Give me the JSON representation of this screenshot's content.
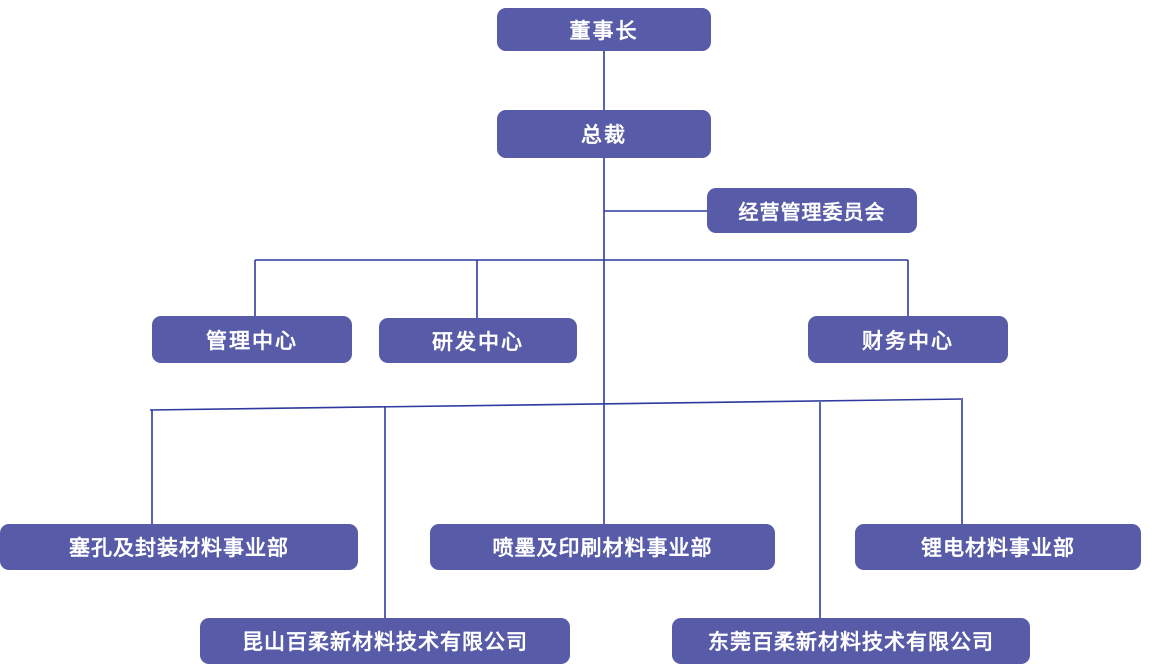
{
  "colors": {
    "box_fill": "#575ba8",
    "box_text": "#ffffff",
    "line_color": "#2e3a9e",
    "page_bg": "#ffffff"
  },
  "org_chart": {
    "type": "organization-chart",
    "nodes": {
      "chairman": {
        "label": "董事长"
      },
      "president": {
        "label": "总裁"
      },
      "committee": {
        "label": "经营管理委员会"
      },
      "mgmt_center": {
        "label": "管理中心"
      },
      "rd_center": {
        "label": "研发中心"
      },
      "finance_center": {
        "label": "财务中心"
      },
      "div_plug": {
        "label": "塞孔及封装材料事业部"
      },
      "div_inkjet": {
        "label": "喷墨及印刷材料事业部"
      },
      "div_lithium": {
        "label": "锂电材料事业部"
      },
      "company_kunshan": {
        "label": "昆山百柔新材料技术有限公司"
      },
      "company_dongguan": {
        "label": "东莞百柔新材料技术有限公司"
      }
    },
    "edges": [
      [
        "chairman",
        "president"
      ],
      [
        "president",
        "committee"
      ],
      [
        "president",
        "mgmt_center"
      ],
      [
        "president",
        "rd_center"
      ],
      [
        "president",
        "finance_center"
      ],
      [
        "president",
        "div_plug"
      ],
      [
        "president",
        "div_inkjet"
      ],
      [
        "president",
        "div_lithium"
      ],
      [
        "president",
        "company_kunshan"
      ],
      [
        "president",
        "company_dongguan"
      ]
    ]
  }
}
